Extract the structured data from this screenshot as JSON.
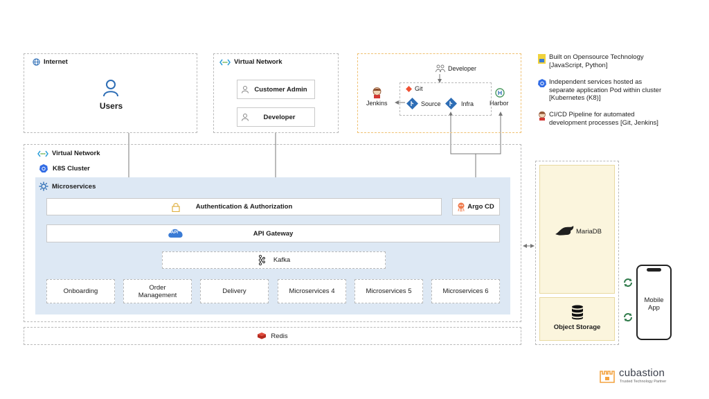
{
  "internet": {
    "title": "Internet",
    "users": "Users"
  },
  "vnet_top": {
    "title": "Virtual Network",
    "customer_admin": "Customer Admin",
    "developer": "Developer"
  },
  "cicd": {
    "developer": "Developer",
    "git": "Git",
    "jenkins": "Jenkins",
    "source": "Source",
    "infra": "Infra",
    "harbor": "Harbor"
  },
  "legend": {
    "item1": [
      "Built on Opensource Technology",
      "[JavaScript, Python]"
    ],
    "item2": [
      "Independent services hosted as",
      "separate application Pod within cluster",
      "[Kubernetes (K8)]"
    ],
    "item3": [
      "CI/CD Pipeline for automated",
      "development processes [Git, Jenkins]"
    ]
  },
  "vnet_main": {
    "title": "Virtual Network",
    "k8s": "K8S Cluster",
    "microservices": "Microservices"
  },
  "auth": "Authentication & Authorization",
  "argo": "Argo CD",
  "api_gateway": "API Gateway",
  "api_badge": "API",
  "kafka": "Kafka",
  "services": [
    "Onboarding",
    "Order Management",
    "Delivery",
    "Microservices 4",
    "Microservices 5",
    "Microservices 6"
  ],
  "redis": "Redis",
  "mariadb": "MariaDB",
  "object_storage": "Object Storage",
  "mobile_app": "Mobile App",
  "brand": {
    "name": "cubastion",
    "tagline": "Trusted Technology Partner"
  },
  "colors": {
    "blue_panel": "#dde8f4",
    "db_panel": "#fbf5dd",
    "accent": "#3a7bd5",
    "brand": "#f4a340"
  }
}
